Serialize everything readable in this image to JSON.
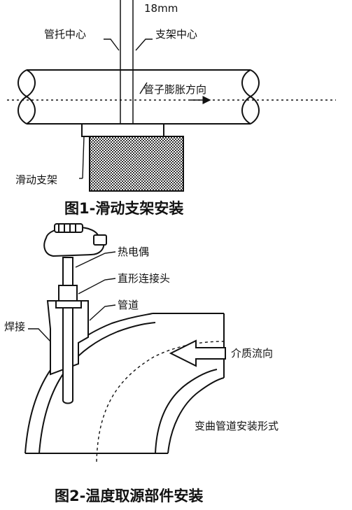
{
  "figure1": {
    "dimension": "18mm",
    "pipe_support_center": "管托中心",
    "bracket_center": "支架中心",
    "expansion_direction": "管子膨胀方向",
    "sliding_support": "滑动支架",
    "caption": "图1-滑动支架安装"
  },
  "figure2": {
    "thermocouple": "热电偶",
    "straight_connector": "直形连接头",
    "pipe": "管道",
    "weld": "焊接",
    "medium_flow": "介质流向",
    "installation_form": "变曲管道安装形式",
    "caption": "图2-温度取源部件安装"
  }
}
